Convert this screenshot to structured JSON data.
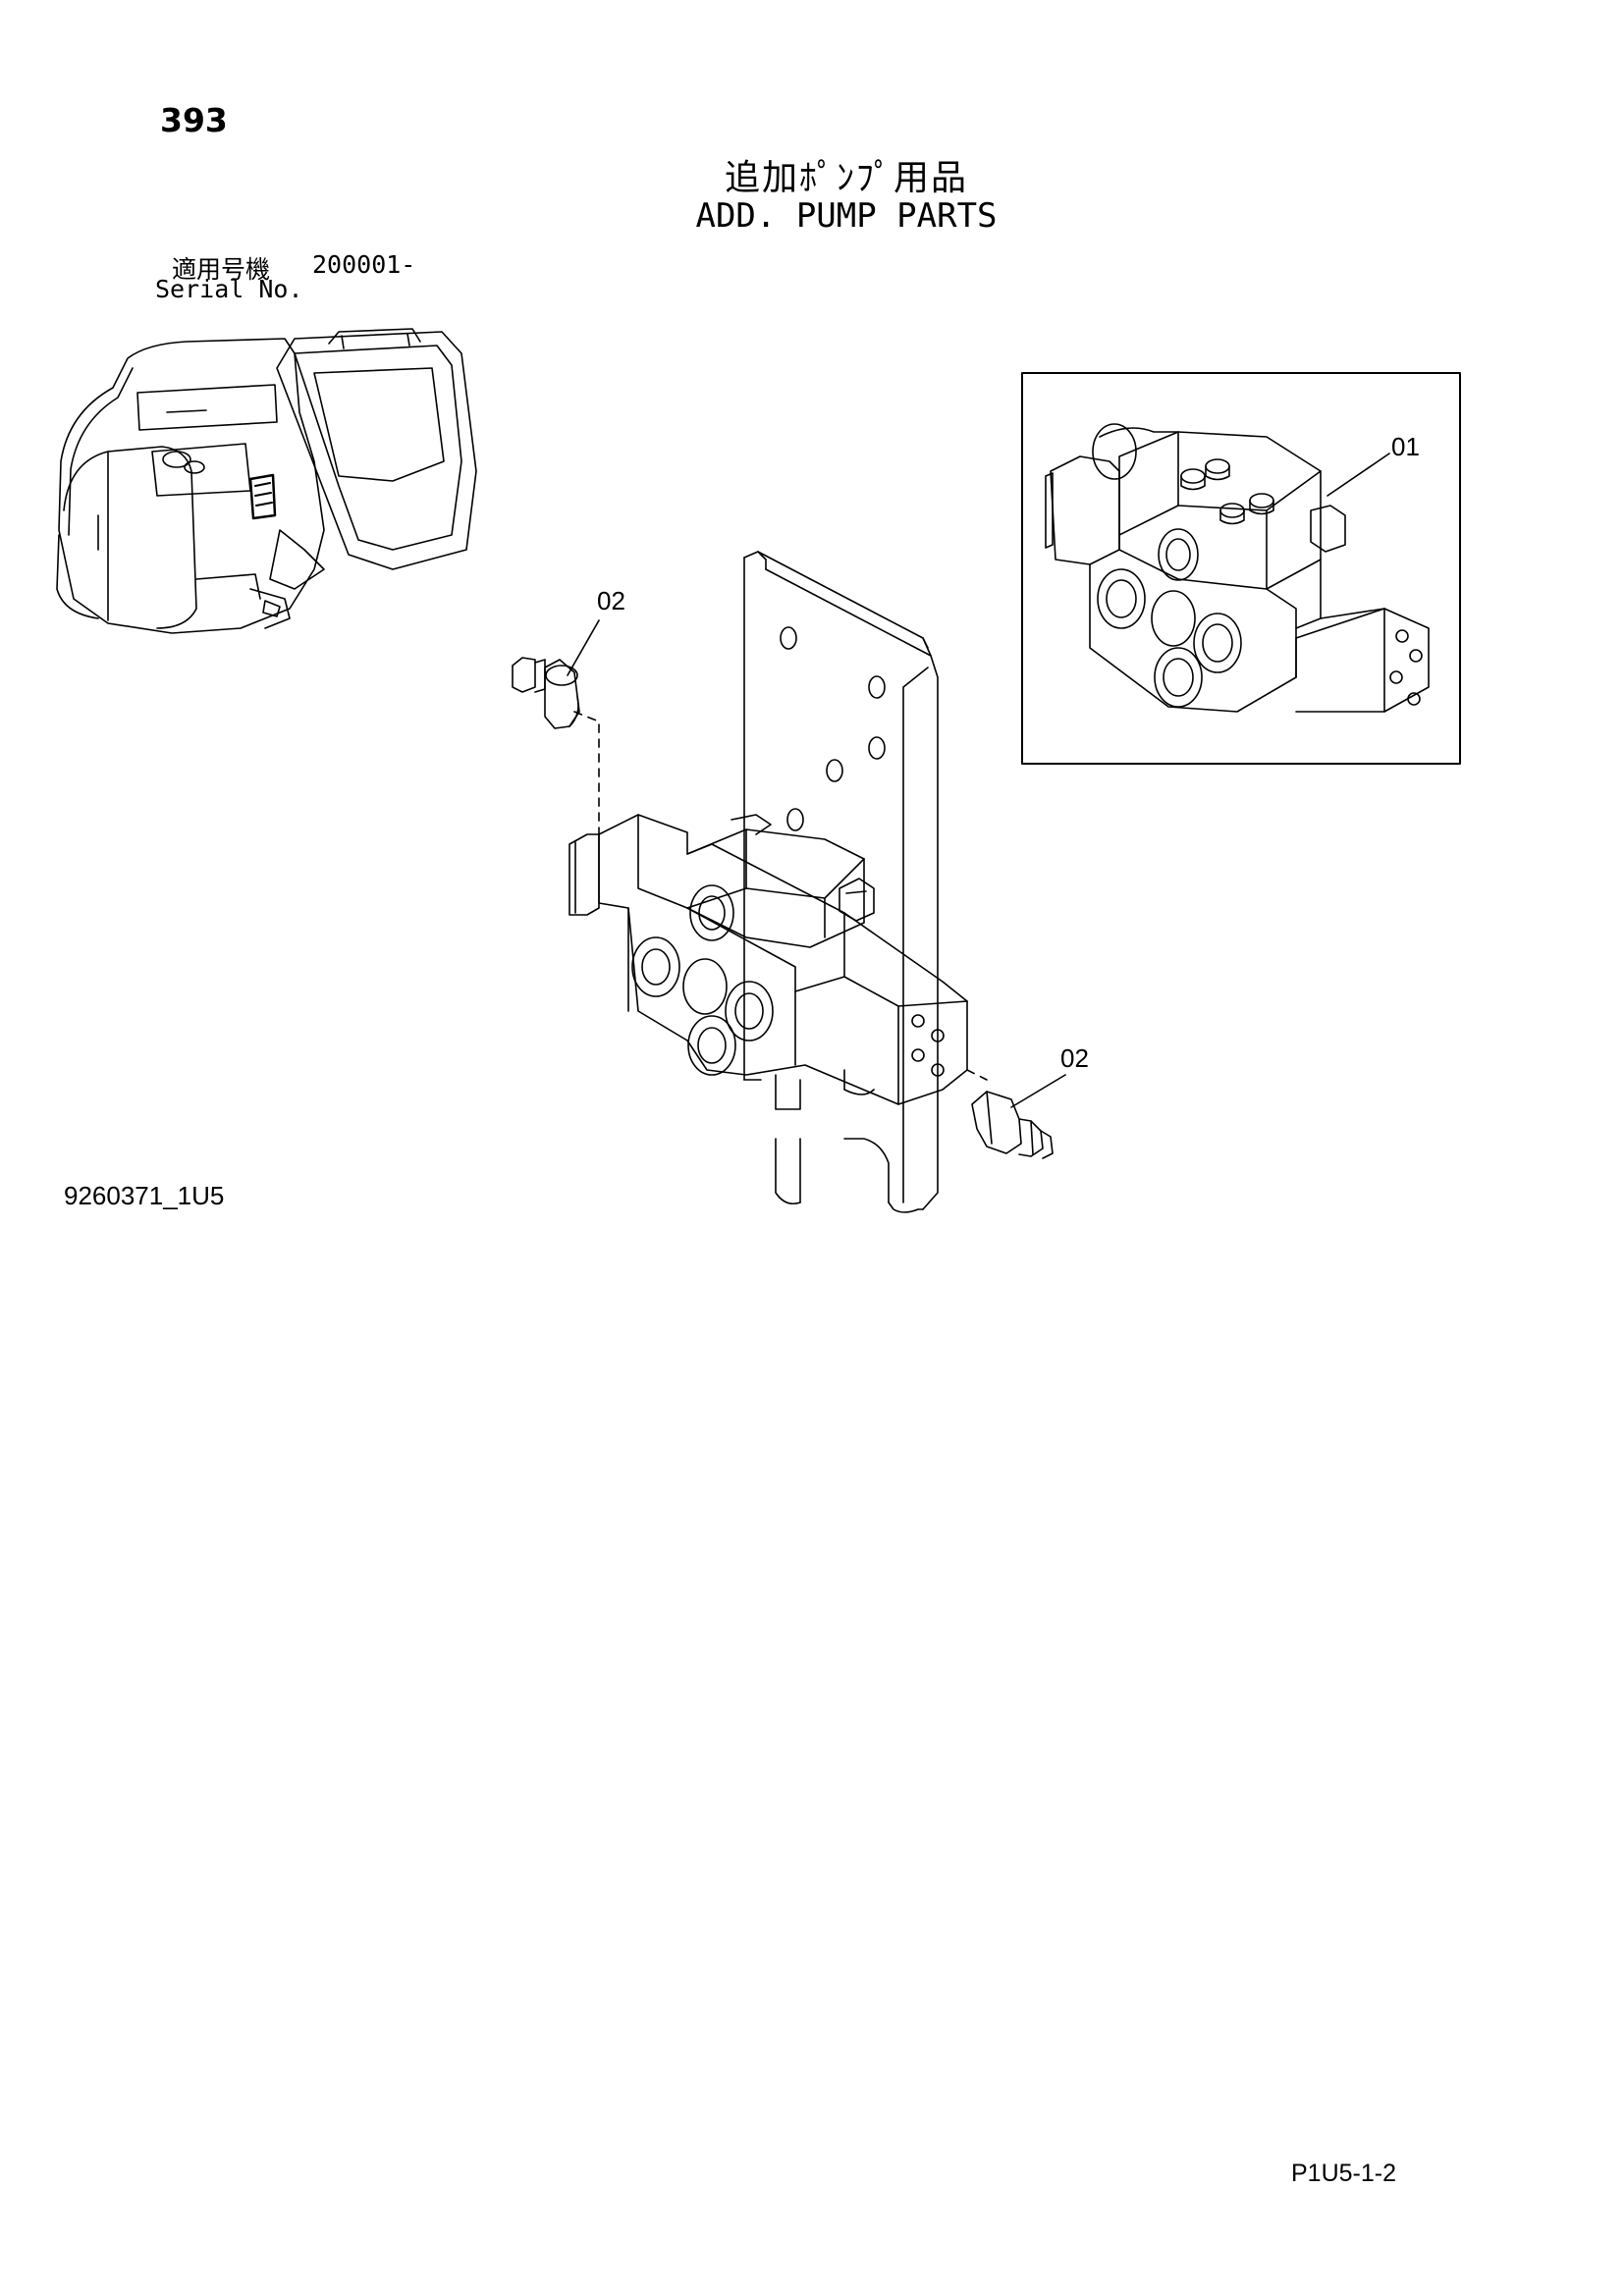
{
  "header": {
    "page_number": "393",
    "title_jp": "追加ﾎﾟﾝﾌﾟ用品",
    "title_en": "ADD. PUMP PARTS"
  },
  "applicability": {
    "label_jp": "適用号機",
    "serial_from": "200001-",
    "label_en": "Serial No."
  },
  "callouts": {
    "part_01": "01",
    "part_02_upper": "02",
    "part_02_lower": "02"
  },
  "footer": {
    "figure_number": "9260371_1U5",
    "sheet_reference": "P1U5-1-2"
  }
}
